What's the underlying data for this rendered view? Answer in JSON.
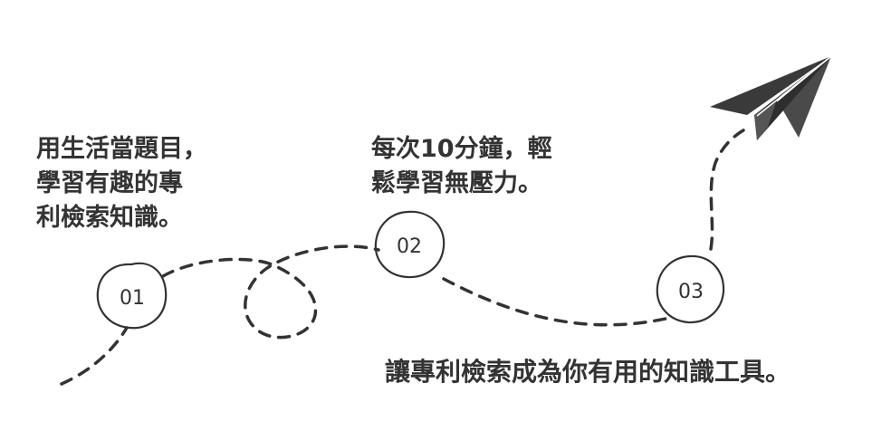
{
  "steps": [
    {
      "number": "01",
      "lines": [
        "用生活當題目，",
        "學習有趣的專",
        "利檢索知識。"
      ]
    },
    {
      "number": "02",
      "lines": [
        "每次10分鐘，輕",
        "鬆學習無壓力。"
      ]
    },
    {
      "number": "03",
      "lines": []
    }
  ],
  "tagline": "讓專利檢索成為你有用的知識工具。",
  "icons": {
    "end": "paper-plane-icon"
  },
  "colors": {
    "ink": "#333333",
    "background": "#ffffff"
  }
}
